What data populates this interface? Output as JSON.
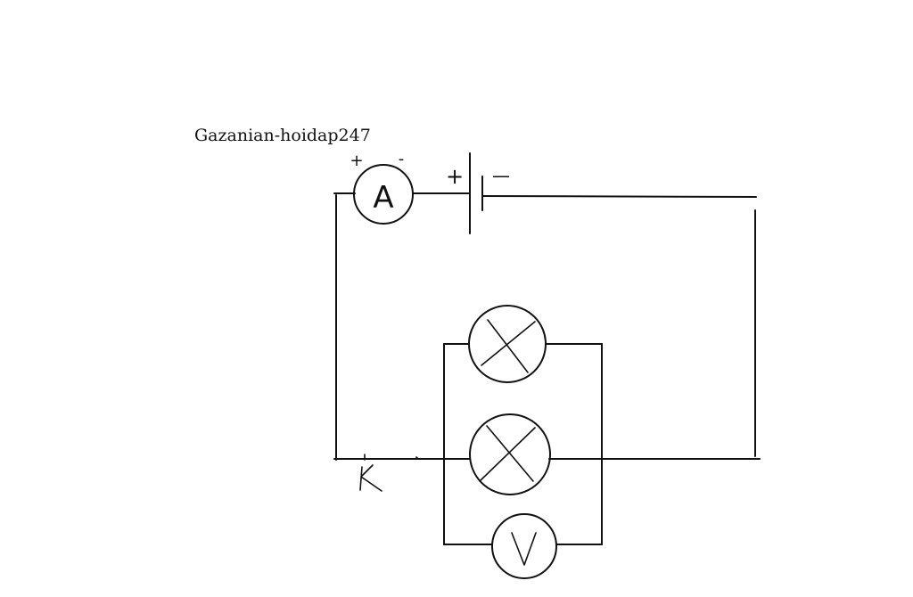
{
  "watermark": "Gazanian-hoidap247",
  "ammeter": {
    "symbol": "A",
    "plus": "+",
    "minus": "-"
  },
  "battery": {
    "plus": "+",
    "minus": "—"
  },
  "voltmeter": {
    "symbol": "V"
  },
  "switch": {
    "label": "K"
  }
}
